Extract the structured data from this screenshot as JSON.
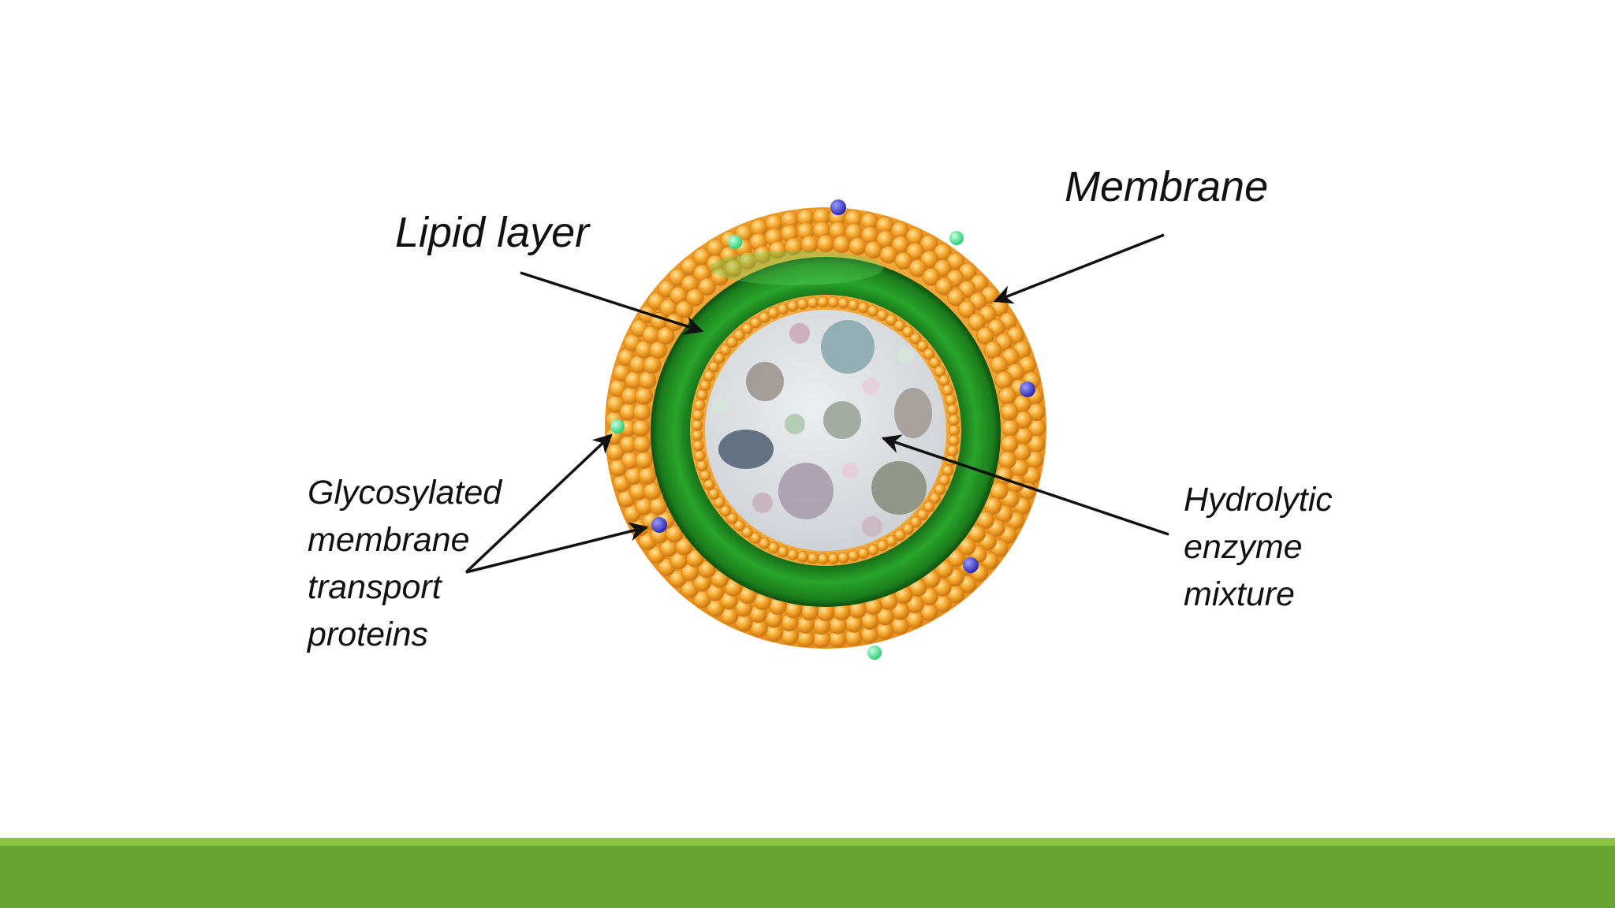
{
  "labels": {
    "membrane": "Membrane",
    "lipid_layer": "Lipid layer",
    "glycosylated": [
      "Glycosylated",
      "membrane",
      "transport",
      "proteins"
    ],
    "hydrolytic": [
      "Hydrolytic",
      "enzyme",
      "mixture"
    ]
  },
  "colors": {
    "background": "#ffffff",
    "outer_bead": "#f3a52a",
    "outer_bead_light": "#ffd36a",
    "outer_bead_dark": "#d9811a",
    "green_ring": "#1f8e1f",
    "green_ring_light": "#49c04a",
    "green_ring_dark": "#0f5f12",
    "inner_bead": "#f3b14a",
    "lumen": "#dcdfe2",
    "protein_blue": "#4a49d8",
    "protein_green": "#58e79a",
    "footer_stripe": "#8cc43f",
    "footer_bar": "#66a333",
    "arrow": "#111111"
  }
}
